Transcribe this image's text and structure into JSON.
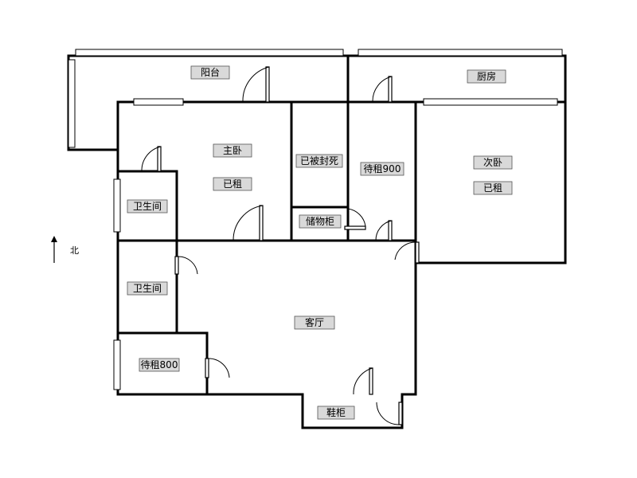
{
  "rooms": {
    "balcony": "阳台",
    "kitchen": "厨房",
    "master_bedroom": "主卧",
    "master_bedroom_status": "已租",
    "second_bedroom": "次卧",
    "second_bedroom_status": "已租",
    "sealed_room": "已被封死",
    "room_for_rent_900": "待租900",
    "storage_cabinet": "储物柜",
    "bathroom_1": "卫生间",
    "bathroom_2": "卫生间",
    "room_for_rent_800": "待租800",
    "living_room": "客厅",
    "shoe_cabinet": "鞋柜"
  },
  "compass": {
    "north_label": "北"
  }
}
